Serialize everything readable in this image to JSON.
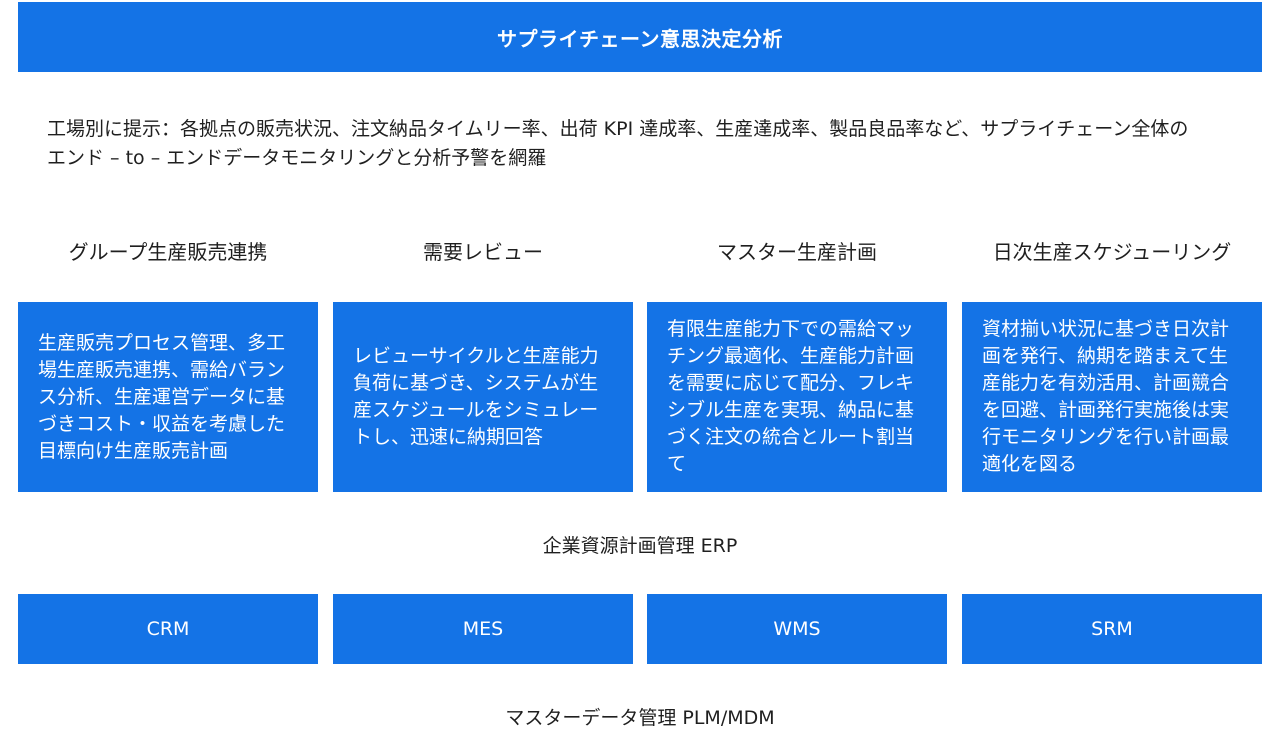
{
  "banner": {
    "title": "サプライチェーン意思決定分析"
  },
  "intro": {
    "text": "工場別に提示：各拠点の販売状況、注文納品タイムリー率、出荷 KPI 達成率、生産達成率、製品良品率など、サプライチェーン全体のエンド – to – エンドデータモニタリングと分析予警を網羅"
  },
  "columns": [
    {
      "heading": "グループ生産販売連携",
      "description": "生産販売プロセス管理、多工場生産販売連携、需給バランス分析、生産運営データに基づきコスト・収益を考慮した目標向け生産販売計画"
    },
    {
      "heading": "需要レビュー",
      "description": "レビューサイクルと生産能力負荷に基づき、システムが生産スケジュールをシミュレートし、迅速に納期回答"
    },
    {
      "heading": "マスター生産計画",
      "description": "有限生産能力下での需給マッチング最適化、生産能力計画を需要に応じて配分、フレキシブル生産を実現、納品に基づく注文の統合とルート割当て"
    },
    {
      "heading": "日次生産スケジューリング",
      "description": "資材揃い状況に基づき日次計画を発行、納期を踏まえて生産能力を有効活用、計画競合を回避、計画発行実施後は実行モニタリングを行い計画最適化を図る"
    }
  ],
  "erp": {
    "label": "企業資源計画管理 ERP"
  },
  "systems": [
    {
      "label": "CRM"
    },
    {
      "label": "MES"
    },
    {
      "label": "WMS"
    },
    {
      "label": "SRM"
    }
  ],
  "master_data": {
    "label": "マスターデータ管理 PLM/MDM"
  },
  "colors": {
    "accent": "#1473e6",
    "text": "#1f1f1f",
    "on_accent": "#ffffff"
  }
}
